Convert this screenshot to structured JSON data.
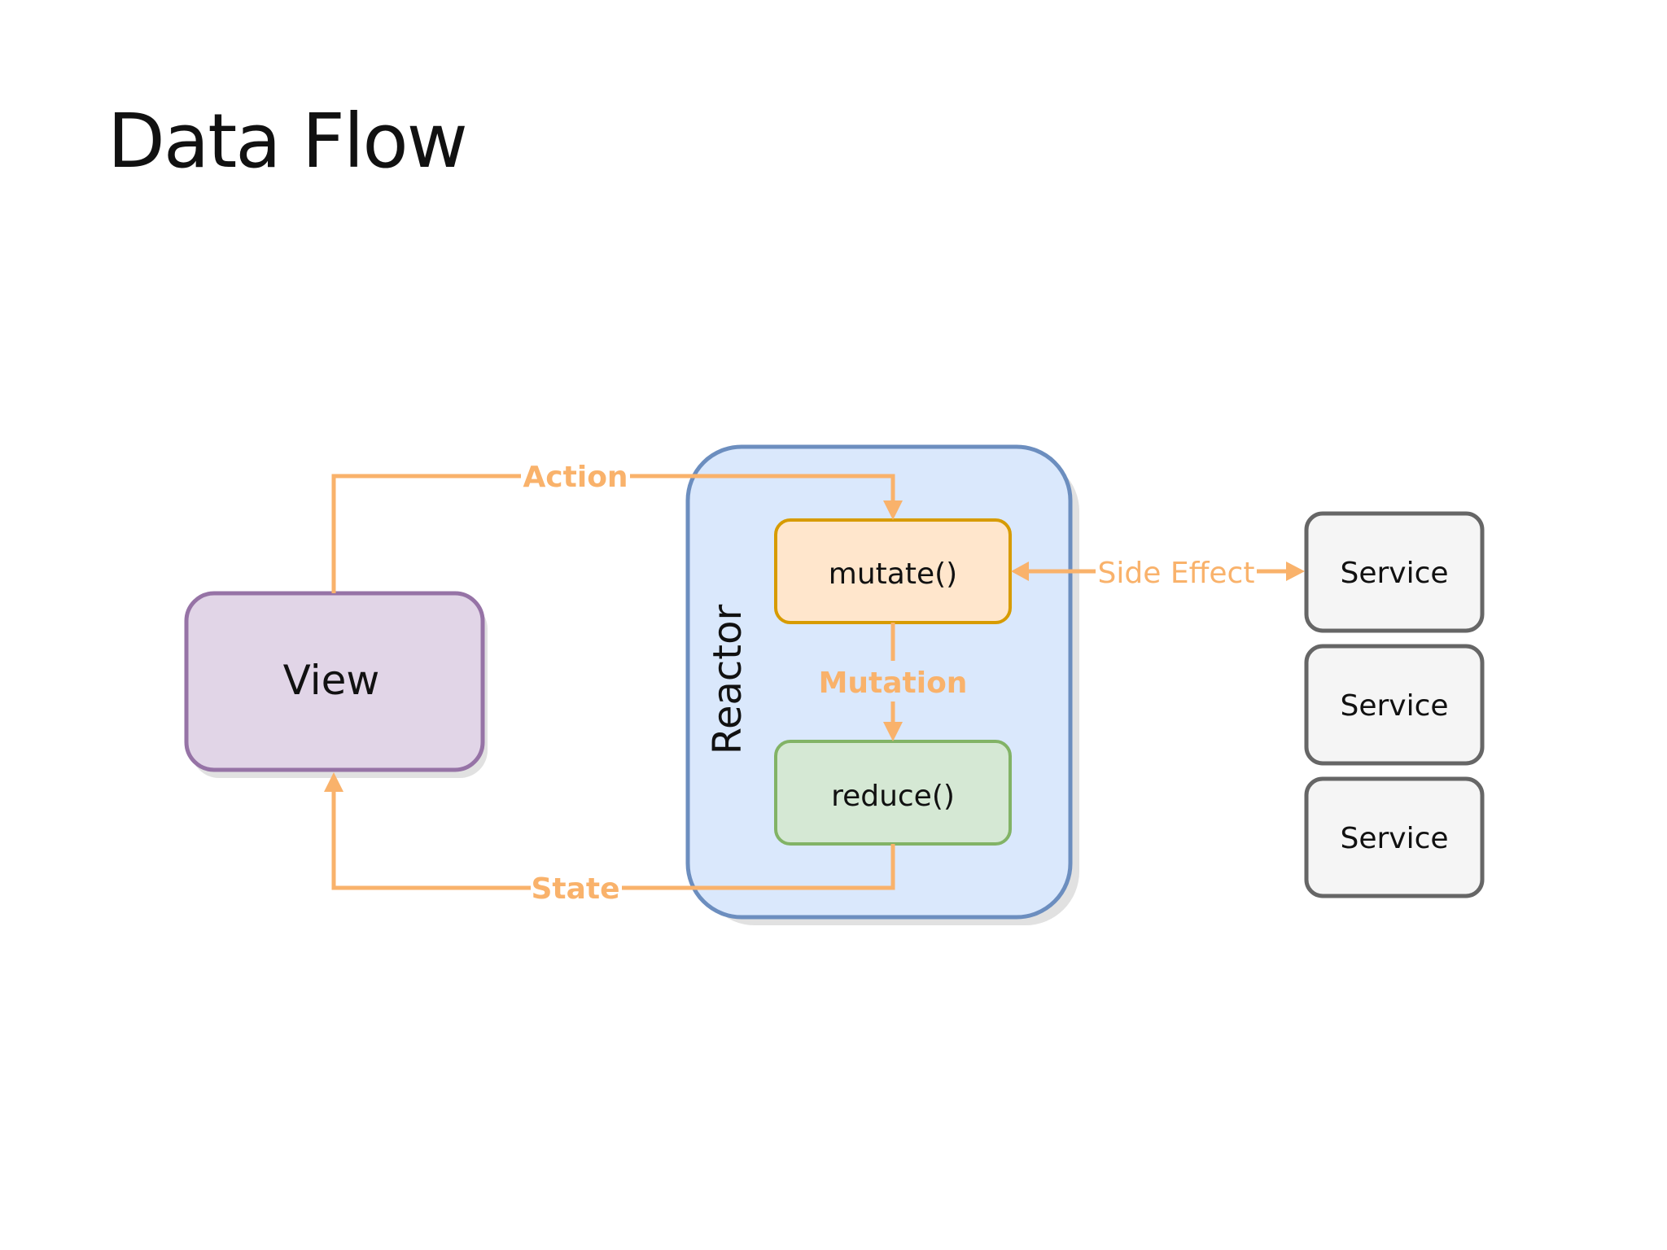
{
  "title": "Data Flow",
  "colors": {
    "arrow": "#f9b26b",
    "view_fill": "#e1d5e7",
    "view_stroke": "#9673a6",
    "reactor_fill": "#dae8fc",
    "reactor_stroke": "#6c8ebf",
    "mutate_fill": "#ffe6cc",
    "mutate_stroke": "#d79b00",
    "reduce_fill": "#d5e8d4",
    "reduce_stroke": "#82b366",
    "service_fill": "#f5f5f5",
    "service_stroke": "#666666"
  },
  "diagram": {
    "nodes": {
      "view": {
        "label": "View"
      },
      "reactor": {
        "label": "Reactor"
      },
      "mutate": {
        "label": "mutate()"
      },
      "reduce": {
        "label": "reduce()"
      },
      "services": [
        {
          "label": "Service"
        },
        {
          "label": "Service"
        },
        {
          "label": "Service"
        }
      ]
    },
    "edges": {
      "action": {
        "label": "Action",
        "from": "View",
        "to": "mutate()"
      },
      "mutation": {
        "label": "Mutation",
        "from": "mutate()",
        "to": "reduce()"
      },
      "state": {
        "label": "State",
        "from": "reduce()",
        "to": "View"
      },
      "side_effect": {
        "label": "Side Effect",
        "from": "mutate()",
        "to": "Service",
        "bidirectional": true
      }
    }
  }
}
